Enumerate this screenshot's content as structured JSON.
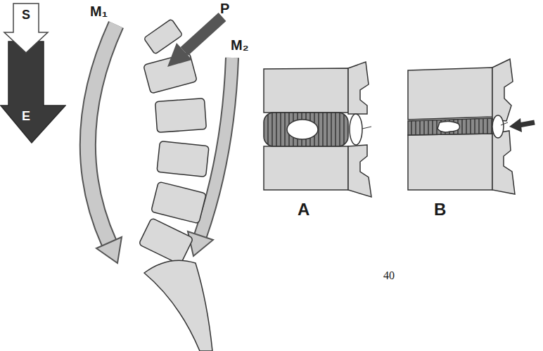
{
  "diagram": {
    "nodes": [
      {
        "text": [
          "S"
        ]
      },
      {
        "text": [
          "E"
        ]
      }
    ],
    "labels": [
      "M₁",
      "P",
      "M₂",
      "A",
      "B",
      "40"
    ]
  }
}
